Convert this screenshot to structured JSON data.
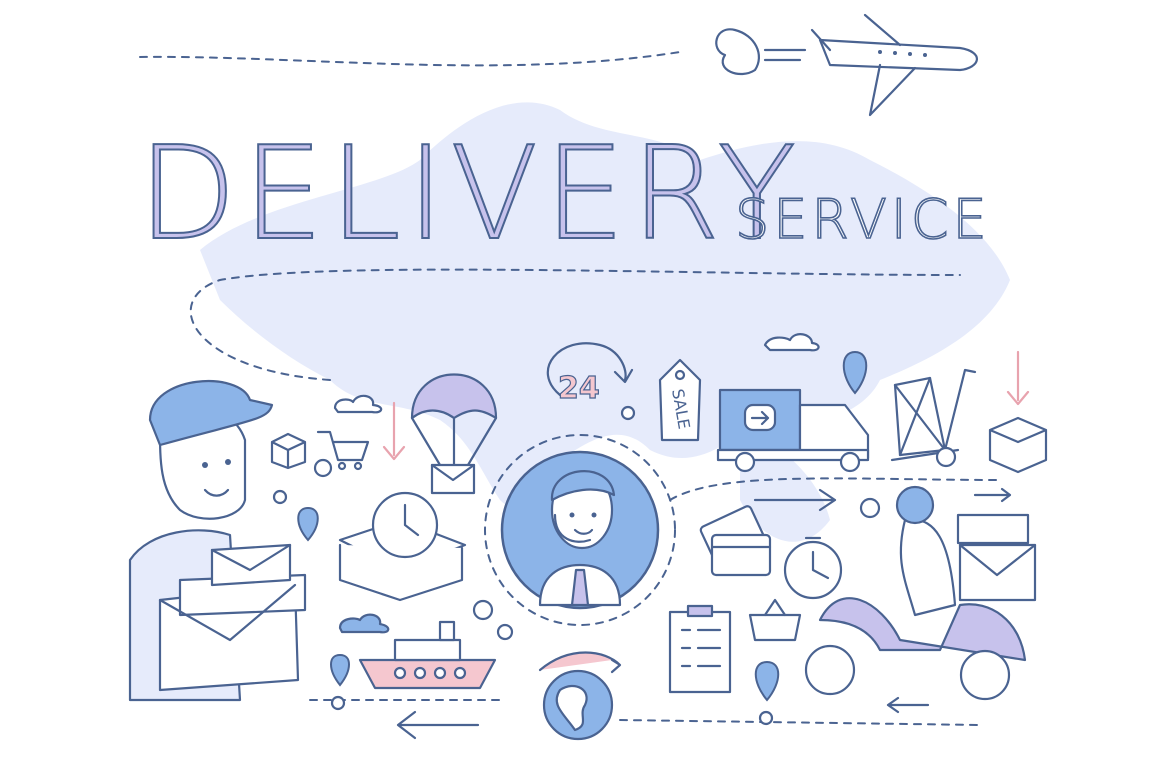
{
  "title": "DELIVERY",
  "subtitle": "SERVICE",
  "badge_24": "24",
  "sale_tag": "SALE",
  "colors": {
    "outline": "#4a6391",
    "lilac": "#c7c2ec",
    "map": "#e6ebfb",
    "blue": "#8cb4e8",
    "pink": "#f5c7cf"
  }
}
